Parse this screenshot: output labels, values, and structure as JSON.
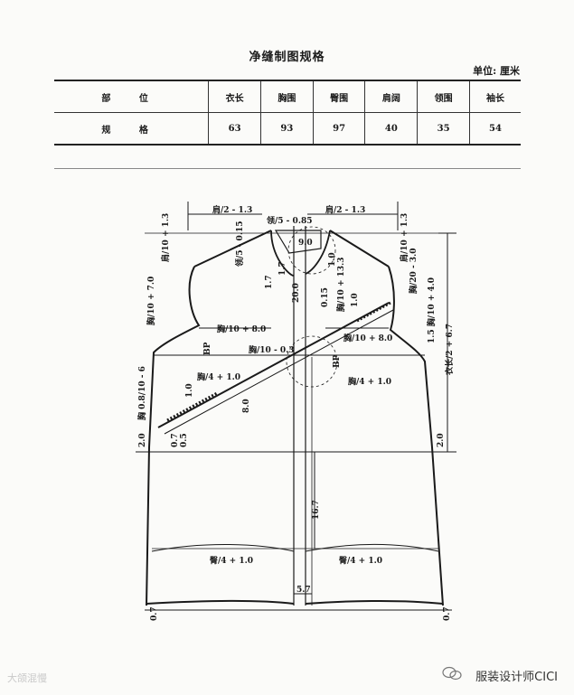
{
  "header": {
    "title": "净缝制图规格",
    "unit": "单位: 厘米"
  },
  "spec_table": {
    "row_header_label": "部 位",
    "value_row_label": "规 格",
    "columns": [
      "衣长",
      "胸围",
      "臀围",
      "肩阔",
      "领围",
      "袖长"
    ],
    "values": [
      "63",
      "93",
      "97",
      "40",
      "35",
      "54"
    ]
  },
  "draft_labels": {
    "shoulder_left": "肩/2 - 1.3",
    "shoulder_right": "肩/2 - 1.3",
    "collar_top": "领/5 - 0.85",
    "collar_side": "领/5 - 0.15",
    "collar_dim": "9.0",
    "shoulder_height_left": "肩/10 + 1.3",
    "shoulder_height_right": "肩/10 + 1.3",
    "armhole_left": "胸/10 + 7.0",
    "armhole_right_a": "胸/20 - 3.0",
    "armhole_right_b": "1.5 胸/10 + 4.0",
    "chest_left": "胸/10 + 8.0",
    "chest_right": "胸/10 + 8.0",
    "bp_left": "BP",
    "bp_right": "BP",
    "bust_center": "胸/10 - 0.3",
    "bust_quarter_left": "胸/4 + 1.0",
    "bust_quarter_right": "胸/4 + 1.0",
    "front_length": "衣长/2 + 6.7",
    "dart_left": "胸 0.8/10 - 6",
    "center_a": "胸/10 + 13.3",
    "center_b": "20.0",
    "small_a": "1.7",
    "small_b": "1.7",
    "small_c": "1.0",
    "small_d": "1.0",
    "small_e": "0.15",
    "dim_8": "8.0",
    "dim_07a": "0.7",
    "dim_05": "0.5",
    "dim_10": "1.0",
    "side_left": "2.0",
    "side_right": "2.0",
    "waist_length": "16.7",
    "hip_left": "臀/4 + 1.0",
    "hip_right": "臀/4 + 1.0",
    "hem_gap": "5.7",
    "hem_left": "0.7",
    "hem_right": "0.7"
  },
  "watermark": {
    "left": "大颌混慢",
    "right": "服装设计师CICI"
  }
}
